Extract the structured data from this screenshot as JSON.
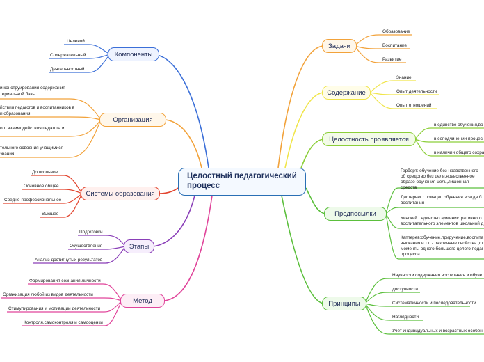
{
  "center": "Целостный педагогический процесс",
  "colors": {
    "blue": "#3b6fd8",
    "orange": "#f2a23a",
    "yellow": "#f0e54a",
    "green": "#5bbf3c",
    "red": "#e2452f",
    "purple": "#8a3fb8",
    "pink": "#e0449a",
    "lime": "#8ccf3a"
  },
  "branches": {
    "components": {
      "label": "Компоненты",
      "items": [
        "Целевой",
        "Содержательный",
        "Деятельностный"
      ]
    },
    "organization": {
      "label": "Организация",
      "items": [
        "и конструирования содержания",
        "териальной базы",
        "йствия педагогов и воспитанников в",
        "и образования",
        "ого взаимодействия педагога и",
        "тельного освоения учащимися",
        "звания"
      ]
    },
    "systems": {
      "label": "Системы образования",
      "items": [
        "Дошкольное",
        "Основное общее",
        "Средне-профессиональное",
        "Высшее"
      ]
    },
    "stages": {
      "label": "Этапы",
      "items": [
        "Подготовки",
        "Осуществления",
        "Анализ достигнутых результатов"
      ]
    },
    "method": {
      "label": "Метод",
      "items": [
        "Формирования сознания личности",
        "Организация любой из видов деятельности",
        "Стимулирования и мотивации деятельности",
        "Контроля,самоконтроля и самооценки"
      ]
    },
    "tasks": {
      "label": "Задачи",
      "items": [
        "Образование",
        "Воспитание",
        "Развитие"
      ]
    },
    "content": {
      "label": "Содержание",
      "items": [
        "Знание",
        "Опыт деятельности",
        "Опыт отношений"
      ]
    },
    "integrity": {
      "label": "Целостность проявляется",
      "items": [
        "в единстве обучения,во",
        "в соподчинении процес",
        "в наличии общего сохра"
      ]
    },
    "prerequisites": {
      "label": "Предпосылки",
      "items": [
        "Герберт: обучение без нравственного об средство без цели,нравственное образо обучения-цель,лишенная средств",
        "Дистервег : принцип обучения всегда б воспитания",
        "Уинский : единство административного воспитательного элементов школьной д",
        "Каптерев:обучение,приручение,воспита выскания и т.д.- различные свойства ,ст моменты одного большого целого педаг процесса"
      ]
    },
    "principles": {
      "label": "Принципы",
      "items": [
        "Научности содержания воспитания и обуче",
        "доступности",
        "Систематичности и последовательности",
        "Наглядности",
        "Учет индивидуальных и возрастных особенн"
      ]
    }
  }
}
